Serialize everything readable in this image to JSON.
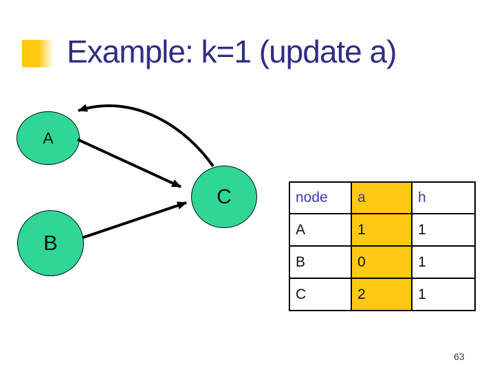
{
  "slide": {
    "title": "Example: k=1 (update a)",
    "page_number": "63"
  },
  "diagram": {
    "nodes": [
      {
        "id": "A",
        "label": "A"
      },
      {
        "id": "B",
        "label": "B"
      },
      {
        "id": "C",
        "label": "C"
      }
    ],
    "edges": [
      {
        "from": "A",
        "to": "C",
        "style": "straight-arrow"
      },
      {
        "from": "B",
        "to": "C",
        "style": "straight-arrow"
      },
      {
        "from": "C",
        "to": "A",
        "style": "curved-arrow"
      }
    ]
  },
  "table": {
    "headers": [
      "node",
      "a",
      "h"
    ],
    "highlighted_column": "a",
    "rows": [
      [
        "A",
        "1",
        "1"
      ],
      [
        "B",
        "0",
        "1"
      ],
      [
        "C",
        "2",
        "1"
      ]
    ]
  },
  "colors": {
    "title_text": "#2E2E85",
    "bullet_gold": "#FFC90E",
    "node_fill": "#2FD796",
    "highlight_yellow": "#FFC912",
    "table_header_text": "#3A3AAD",
    "arrow_black": "#000000"
  }
}
